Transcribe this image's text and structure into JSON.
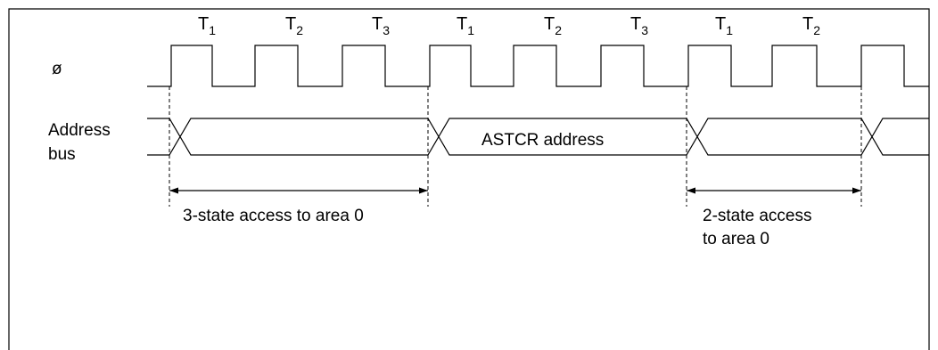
{
  "signals": {
    "clock": {
      "label": "ø"
    },
    "address_bus": {
      "label_line1": "Address",
      "label_line2": "bus",
      "segment_label": "ASTCR address"
    }
  },
  "clock_states": [
    {
      "base": "T",
      "sub": "1"
    },
    {
      "base": "T",
      "sub": "2"
    },
    {
      "base": "T",
      "sub": "3"
    },
    {
      "base": "T",
      "sub": "1"
    },
    {
      "base": "T",
      "sub": "2"
    },
    {
      "base": "T",
      "sub": "3"
    },
    {
      "base": "T",
      "sub": "1"
    },
    {
      "base": "T",
      "sub": "2"
    }
  ],
  "annotations": {
    "first_span": {
      "text": "3-state access to area 0"
    },
    "second_span": {
      "line1": "2-state access",
      "line2": "to area 0"
    }
  },
  "colors": {
    "line": "#000000",
    "background": "#ffffff"
  }
}
